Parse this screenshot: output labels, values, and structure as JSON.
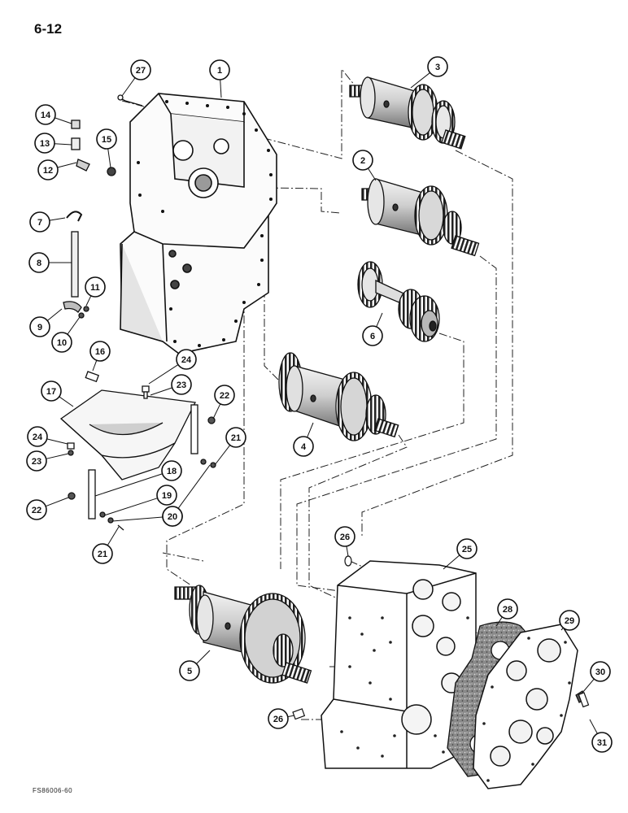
{
  "page_label": "6-12",
  "figure_code": "FS86006-60",
  "callouts": [
    "1",
    "2",
    "3",
    "4",
    "5",
    "6",
    "7",
    "8",
    "9",
    "10",
    "11",
    "12",
    "13",
    "14",
    "15",
    "16",
    "17",
    "18",
    "19",
    "20",
    "20",
    "21",
    "21",
    "22",
    "22",
    "23",
    "23",
    "24",
    "24",
    "25",
    "26",
    "26",
    "27",
    "28",
    "29",
    "30",
    "31"
  ]
}
